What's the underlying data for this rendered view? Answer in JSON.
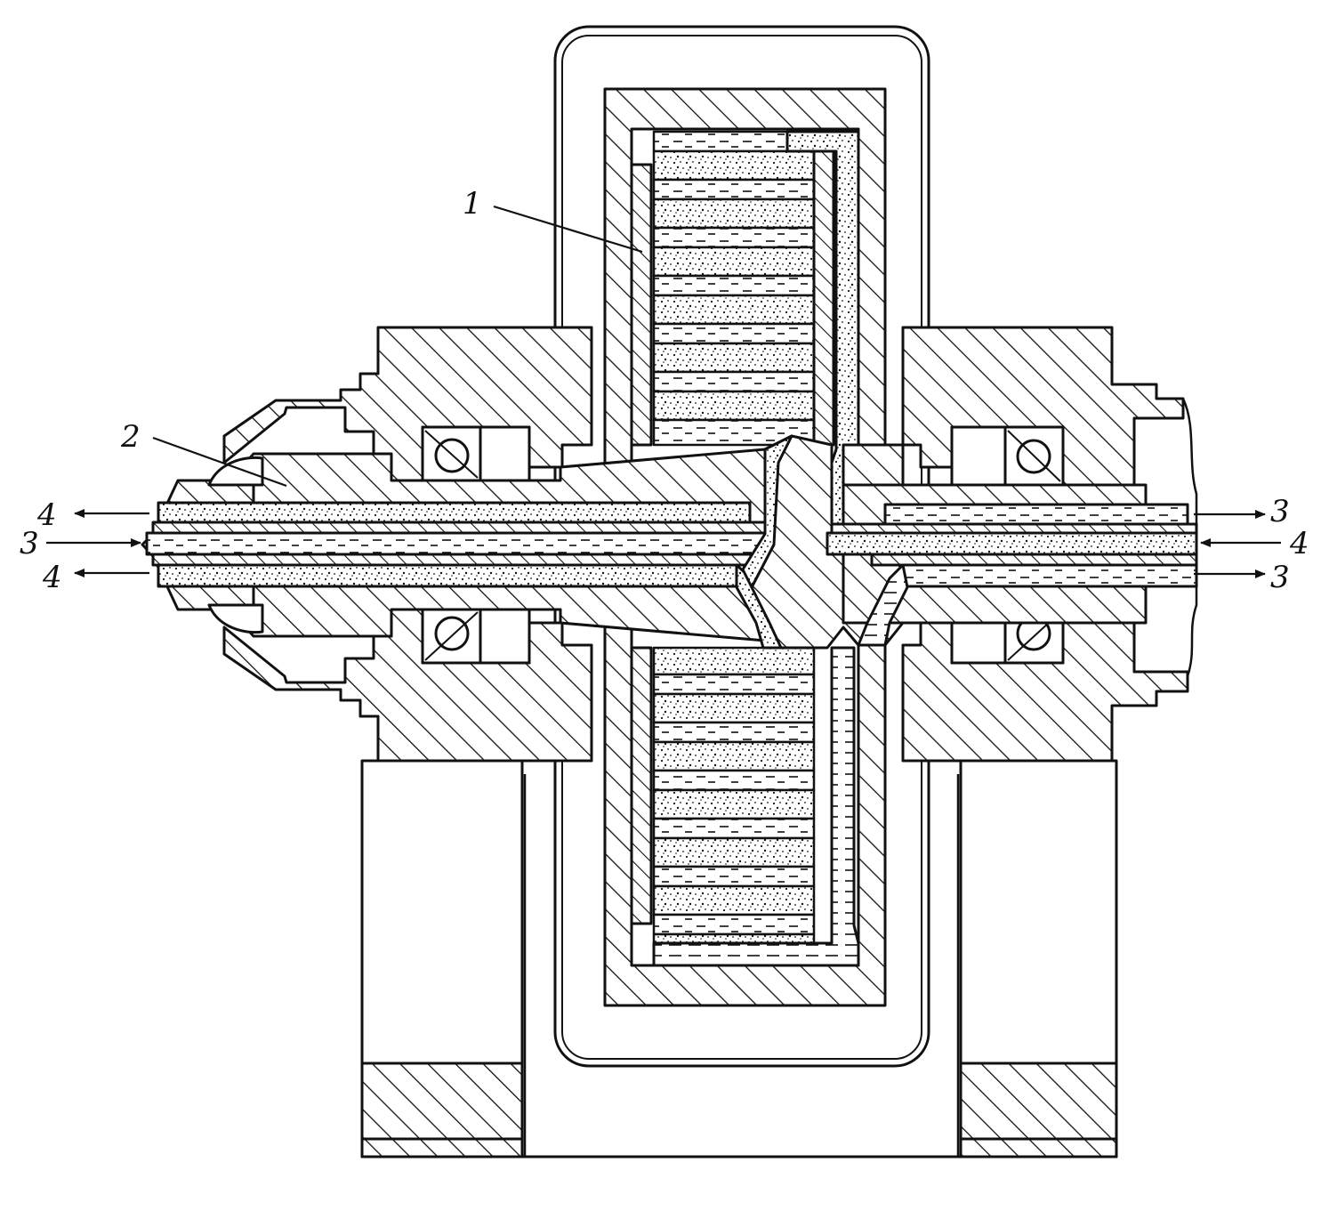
{
  "labels": {
    "part1": "1",
    "part2": "2",
    "left_top": "4",
    "left_mid": "3",
    "left_bot": "4",
    "right_top": "3",
    "right_mid": "4",
    "right_bot": "3"
  },
  "colors": {
    "ink": "#111111",
    "paper": "#ffffff"
  }
}
